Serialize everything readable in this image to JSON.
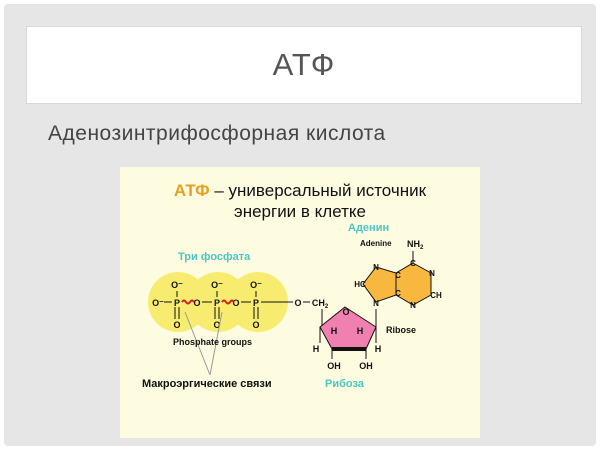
{
  "slide": {
    "title": "АТФ",
    "subtitle": "Аденозинтрифосфорная кислота"
  },
  "figure": {
    "heading_accent": "АТФ",
    "heading_rest": " – универсальный источник",
    "heading_line2": "энергии в клетке",
    "label_three_phosphates": "Три фосфата",
    "label_adenine_ru": "Аденин",
    "label_adenine_en": "Adenine",
    "label_nh2": "NH",
    "label_nh2_sub": "2",
    "label_ribose_en": "Ribose",
    "label_phosphate_groups": "Phosphate groups",
    "label_macroergic_bonds": "Макроэргические связи",
    "label_ribose_ru": "Рибоза",
    "atoms": {
      "o_minus": "O⁻",
      "o": "O",
      "p": "P",
      "ch2": "CH",
      "sub2": "2",
      "n": "N",
      "c": "C",
      "hc": "HC",
      "ch": "CH",
      "h": "H",
      "oh": "OH"
    },
    "colors": {
      "accent_orange": "#e8a020",
      "teal_label": "#4cc4c8",
      "phosphate_yellow": "#f8ec70",
      "adenine_orange": "#f8b840",
      "ribose_pink": "#f080b0",
      "bond_red": "#d02020",
      "background": "#fdfbe0"
    }
  }
}
